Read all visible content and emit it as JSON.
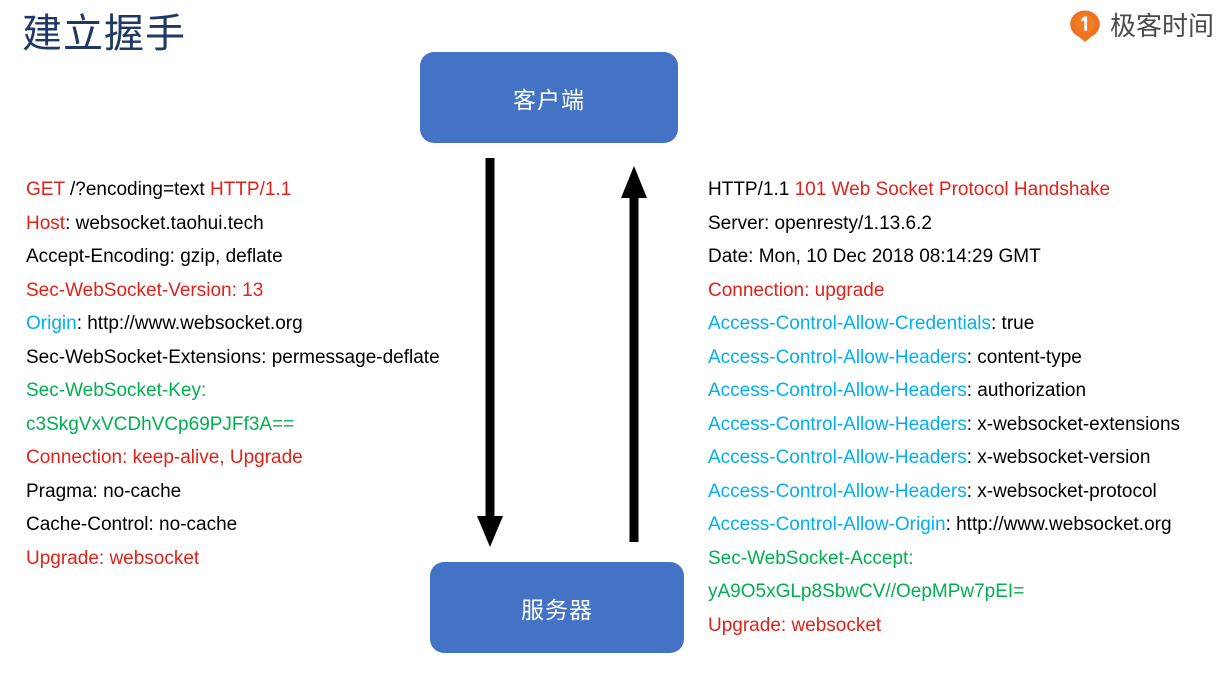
{
  "page": {
    "title": "建立握手",
    "background": "#ffffff",
    "title_color": "#1F3864"
  },
  "brand": {
    "name": "极客时间",
    "mark_icon": "geek-time-logo-icon",
    "mark_color": "#EE7421"
  },
  "diagram": {
    "box_color": "#4472C4",
    "box_text_color": "#ffffff",
    "nodes": [
      {
        "id": "client",
        "label": "客户端"
      },
      {
        "id": "server",
        "label": "服务器"
      }
    ],
    "arrows": [
      {
        "id": "request-arrow",
        "direction": "down",
        "label": "client-to-server"
      },
      {
        "id": "response-arrow",
        "direction": "up",
        "label": "server-to-client"
      }
    ]
  },
  "colors": {
    "red": "#E32119",
    "cyan": "#00B0F0",
    "green": "#00B050",
    "black": "#000000"
  },
  "request": {
    "title": "HTTP request headers",
    "lines": [
      [
        {
          "t": "GET",
          "c": "red"
        },
        {
          "t": " /?encoding=text ",
          "c": "black"
        },
        {
          "t": "HTTP/1.1",
          "c": "red"
        }
      ],
      [
        {
          "t": "Host",
          "c": "red"
        },
        {
          "t": ": websocket.taohui.tech",
          "c": "black"
        }
      ],
      [
        {
          "t": "Accept-Encoding: gzip, deflate",
          "c": "black"
        }
      ],
      [
        {
          "t": "Sec-WebSocket-Version: 13",
          "c": "red"
        }
      ],
      [
        {
          "t": "Origin",
          "c": "cyan"
        },
        {
          "t": ": http://www.websocket.org",
          "c": "black"
        }
      ],
      [
        {
          "t": "Sec-WebSocket-Extensions: permessage-deflate",
          "c": "black"
        }
      ],
      [
        {
          "t": "Sec-WebSocket-Key:",
          "c": "green"
        }
      ],
      [
        {
          "t": "c3SkgVxVCDhVCp69PJFf3A==",
          "c": "green"
        }
      ],
      [
        {
          "t": "Connection: keep-alive, Upgrade",
          "c": "red"
        }
      ],
      [
        {
          "t": "Pragma: no-cache",
          "c": "black"
        }
      ],
      [
        {
          "t": "Cache-Control: no-cache",
          "c": "black"
        }
      ],
      [
        {
          "t": "Upgrade: websocket",
          "c": "red"
        }
      ]
    ]
  },
  "response": {
    "title": "HTTP response headers",
    "lines": [
      [
        {
          "t": "HTTP/1.1 ",
          "c": "black"
        },
        {
          "t": "101 Web Socket Protocol Handshake",
          "c": "red"
        }
      ],
      [
        {
          "t": "Server: openresty/1.13.6.2",
          "c": "black"
        }
      ],
      [
        {
          "t": "Date: Mon, 10 Dec 2018 08:14:29 GMT",
          "c": "black"
        }
      ],
      [
        {
          "t": "Connection: upgrade",
          "c": "red"
        }
      ],
      [
        {
          "t": "Access-Control-Allow-Credentials",
          "c": "cyan"
        },
        {
          "t": ": true",
          "c": "black"
        }
      ],
      [
        {
          "t": "Access-Control-Allow-Headers",
          "c": "cyan"
        },
        {
          "t": ": content-type",
          "c": "black"
        }
      ],
      [
        {
          "t": "Access-Control-Allow-Headers",
          "c": "cyan"
        },
        {
          "t": ": authorization",
          "c": "black"
        }
      ],
      [
        {
          "t": "Access-Control-Allow-Headers",
          "c": "cyan"
        },
        {
          "t": ": x-websocket-extensions",
          "c": "black"
        }
      ],
      [
        {
          "t": "Access-Control-Allow-Headers",
          "c": "cyan"
        },
        {
          "t": ": x-websocket-version",
          "c": "black"
        }
      ],
      [
        {
          "t": "Access-Control-Allow-Headers",
          "c": "cyan"
        },
        {
          "t": ": x-websocket-protocol",
          "c": "black"
        }
      ],
      [
        {
          "t": "Access-Control-Allow-Origin",
          "c": "cyan"
        },
        {
          "t": ": http://www.websocket.org",
          "c": "black"
        }
      ],
      [
        {
          "t": "Sec-WebSocket-Accept:",
          "c": "green"
        }
      ],
      [
        {
          "t": "yA9O5xGLp8SbwCV//OepMPw7pEI=",
          "c": "green"
        }
      ],
      [
        {
          "t": "Upgrade: websocket",
          "c": "red"
        }
      ]
    ]
  }
}
